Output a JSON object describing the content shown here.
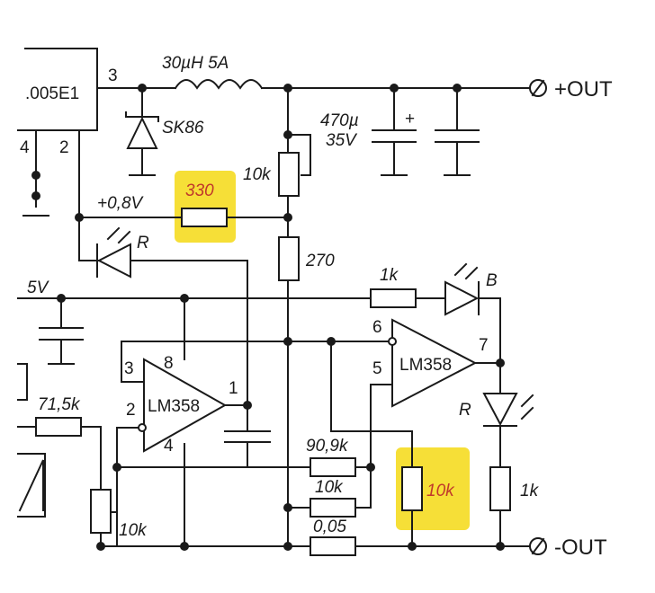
{
  "labels": {
    "ic_partial": ".005E1",
    "pin3_top": "3",
    "pin2_top": "2",
    "pin4_top": "4",
    "inductor": "30µH 5A",
    "diode_sk86": "SK86",
    "cap_value": "470µ",
    "cap_voltage": "35V",
    "cap_plus": "+",
    "out_plus": "+OUT",
    "out_minus": "-OUT",
    "res_10k_top": "10k",
    "res_330": "330",
    "v08": "+0,8V",
    "led_r_top": "R",
    "res_270": "270",
    "v5": "5V",
    "res_1k_top": "1k",
    "led_b": "B",
    "op1_name": "LM358",
    "op1_pin3": "3",
    "op1_pin8": "8",
    "op1_pin2": "2",
    "op1_pin4": "4",
    "op1_pin1": "1",
    "op2_name": "LM358",
    "op2_pin6": "6",
    "op2_pin5": "5",
    "op2_pin7": "7",
    "led_r_bottom": "R",
    "res_71k5": "71,5k",
    "res_90k9": "90,9k",
    "res_10k_mid": "10k",
    "res_005": "0,05",
    "res_10k_hl": "10k",
    "res_1k_right": "1k",
    "pot_10k": "10k"
  },
  "colors": {
    "wire": "#1a1a1a",
    "highlight": "#f6df37",
    "highlight_text": "#c0392b"
  }
}
